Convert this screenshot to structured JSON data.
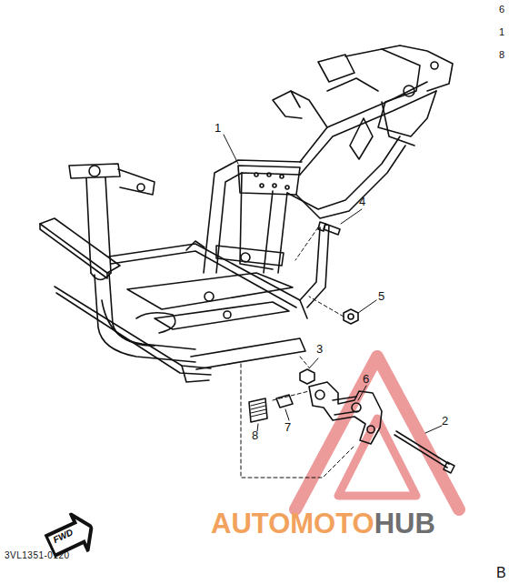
{
  "diagram": {
    "nodes": [
      {
        "text": [
          "FWD"
        ]
      }
    ],
    "labels": [
      "1",
      "2",
      "3",
      "4",
      "5",
      "6",
      "7",
      "8",
      "3VL1351-0120",
      "AUTOMOTO",
      "HUB",
      "6",
      "1",
      "8",
      "B"
    ]
  }
}
